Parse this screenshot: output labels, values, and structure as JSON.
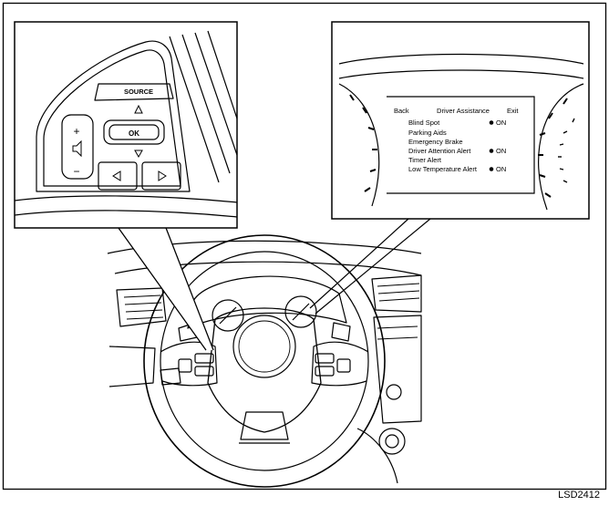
{
  "figure_code": "LSD2412",
  "switch_panel": {
    "source_label": "SOURCE",
    "ok_label": "OK",
    "plus_label": "+",
    "minus_label": "−"
  },
  "display": {
    "header": {
      "back": "Back",
      "title": "Driver Assistance",
      "exit": "Exit"
    },
    "menu_items": [
      {
        "label": "Blind Spot",
        "status": "ON"
      },
      {
        "label": "Parking Aids",
        "status": ""
      },
      {
        "label": "Emergency Brake",
        "status": ""
      },
      {
        "label": "Driver Attention Alert",
        "status": "ON"
      },
      {
        "label": "Timer Alert",
        "status": ""
      },
      {
        "label": "Low Temperature Alert",
        "status": "ON"
      }
    ]
  }
}
